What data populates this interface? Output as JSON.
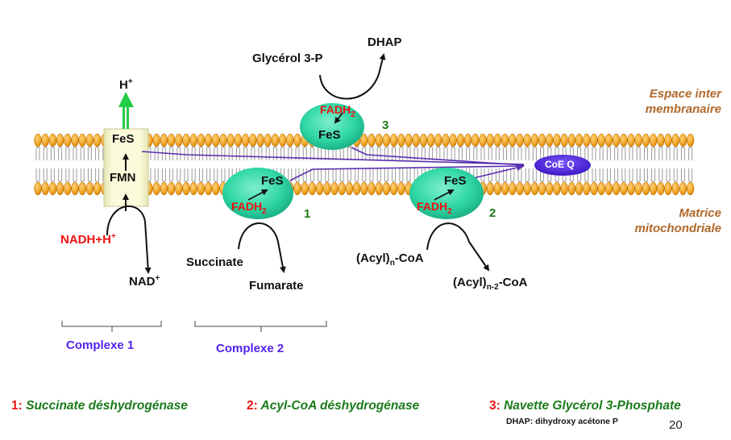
{
  "diagram": {
    "title": "Mitochondrial electron transport: complexes 1, 2 and FAD-linked dehydrogenases",
    "regions": {
      "intermembrane_line1": "Espace inter",
      "intermembrane_line2": "membranaire",
      "matrix_line1": "Matrice",
      "matrix_line2": "mitochondriale"
    },
    "complex1": {
      "proton_label": "H",
      "proton_sup": "+",
      "fes": "FeS",
      "fmn": "FMN",
      "substrate_main": "NADH+H",
      "substrate_sup": "+",
      "product_main": "NAD",
      "product_sup": "+",
      "bracket_label": "Complexe 1"
    },
    "enzyme1": {
      "number": "1",
      "fes": "FeS",
      "fadh_main": "FADH",
      "fadh_sub": "2",
      "substrate": "Succinate",
      "product": "Fumarate",
      "bracket_label": "Complexe 2"
    },
    "enzyme2": {
      "number": "2",
      "fes": "FeS",
      "fadh_main": "FADH",
      "fadh_sub": "2",
      "substrate_main": "(Acyl)",
      "substrate_sub": "n",
      "substrate_tail": "-CoA",
      "product_main": "(Acyl)",
      "product_sub": "n-2",
      "product_tail": "-CoA"
    },
    "enzyme3": {
      "number": "3",
      "fes": "FeS",
      "fadh_main": "FADH",
      "fadh_sub": "2",
      "substrate": "Glycérol 3-P",
      "product": "DHAP"
    },
    "coenzyme_q": "CoE Q",
    "legend": [
      {
        "num": "1:",
        "text": "Succinate déshydrogénase"
      },
      {
        "num": "2:",
        "text": "Acyl-CoA déshydrogénase"
      },
      {
        "num": "3:",
        "text": "Navette Glycérol 3-Phosphate"
      }
    ],
    "footnote": "DHAP: dihydroxy acétone P",
    "page_number": "20",
    "colors": {
      "enzyme_fill": "#2fd6a4",
      "complex1_fill": "#f7f7cc",
      "lipid_head": "#f0a020",
      "electron_path": "#5a2fb0",
      "coq_fill": "#4a1fd0",
      "proton_arrow": "#22cc44",
      "substrate_red": "#ee1111",
      "enzyme_number_green": "#1a7a1a",
      "region_brown": "#b0682a",
      "bracket_purple": "#5522ee"
    }
  }
}
